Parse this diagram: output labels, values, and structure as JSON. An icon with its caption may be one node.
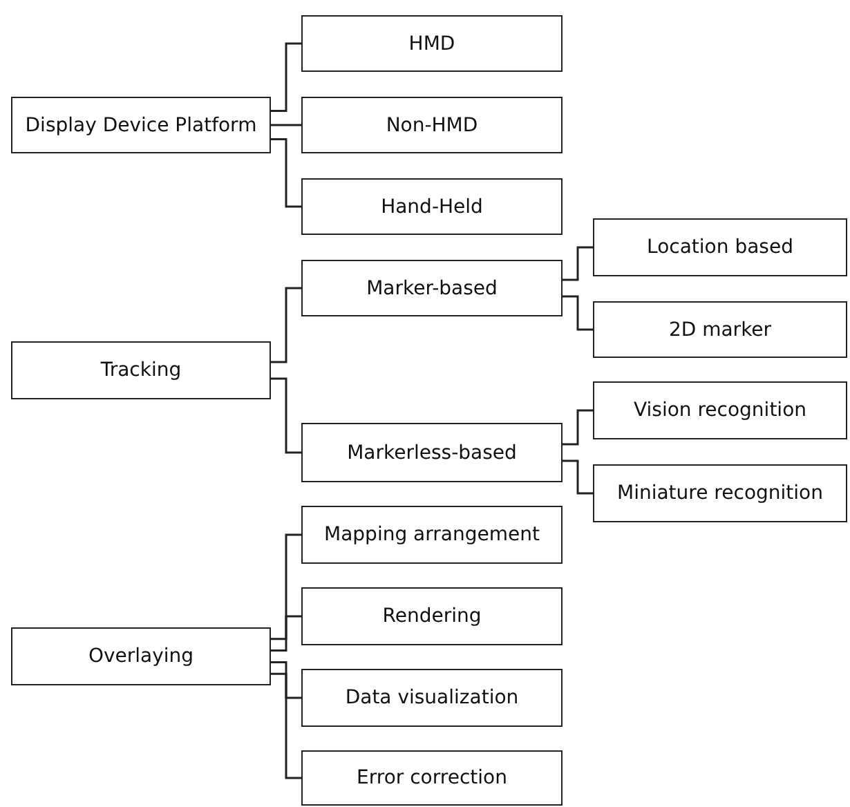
{
  "diagram": {
    "nodes": [
      {
        "text": [
          "Display Device Platform"
        ]
      },
      {
        "text": [
          "HMD"
        ]
      },
      {
        "text": [
          "Non-HMD"
        ]
      },
      {
        "text": [
          "Hand-Held"
        ]
      },
      {
        "text": [
          "Tracking"
        ]
      },
      {
        "text": [
          "Marker-based"
        ]
      },
      {
        "text": [
          "Location based"
        ]
      },
      {
        "text": [
          "2D marker"
        ]
      },
      {
        "text": [
          "Markerless-based"
        ]
      },
      {
        "text": [
          "Vision recognition"
        ]
      },
      {
        "text": [
          "Miniature recognition"
        ]
      },
      {
        "text": [
          "Overlaying"
        ]
      },
      {
        "text": [
          "Mapping arrangement"
        ]
      },
      {
        "text": [
          "Rendering"
        ]
      },
      {
        "text": [
          "Data visualization"
        ]
      },
      {
        "text": [
          "Error correction"
        ]
      }
    ],
    "edges": [
      {
        "from": 0,
        "to": 1,
        "arrow": "none"
      },
      {
        "from": 0,
        "to": 2,
        "arrow": "none"
      },
      {
        "from": 0,
        "to": 3,
        "arrow": "none"
      },
      {
        "from": 4,
        "to": 5,
        "arrow": "none"
      },
      {
        "from": 4,
        "to": 8,
        "arrow": "none"
      },
      {
        "from": 5,
        "to": 6,
        "arrow": "none"
      },
      {
        "from": 5,
        "to": 7,
        "arrow": "none"
      },
      {
        "from": 8,
        "to": 9,
        "arrow": "none"
      },
      {
        "from": 8,
        "to": 10,
        "arrow": "none"
      },
      {
        "from": 11,
        "to": 12,
        "arrow": "none"
      },
      {
        "from": 11,
        "to": 13,
        "arrow": "none"
      },
      {
        "from": 11,
        "to": 14,
        "arrow": "none"
      },
      {
        "from": 11,
        "to": 15,
        "arrow": "none"
      }
    ]
  }
}
